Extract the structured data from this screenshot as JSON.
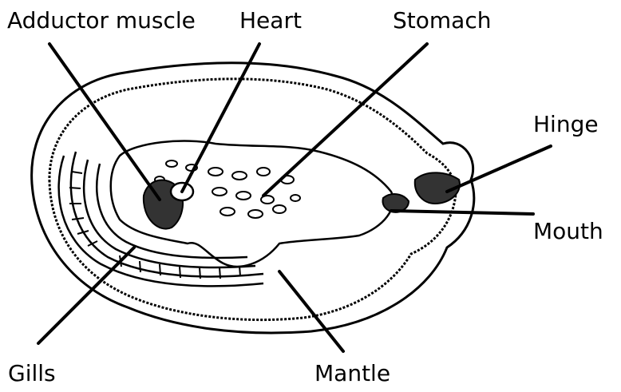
{
  "labels": {
    "adductor_muscle": "Adductor muscle",
    "heart": "Heart",
    "stomach": "Stomach",
    "hinge": "Hinge",
    "mouth": "Mouth",
    "gills": "Gills",
    "mantle": "Mantle"
  }
}
